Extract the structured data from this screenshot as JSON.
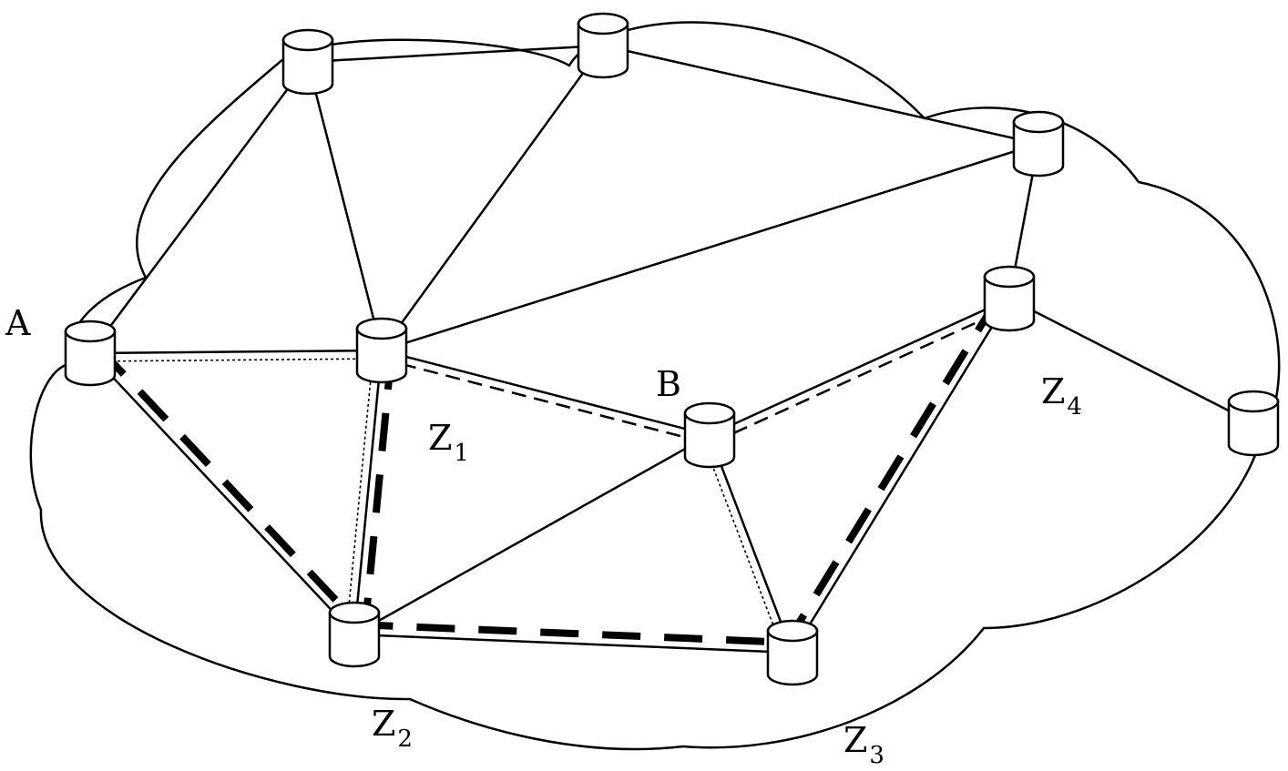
{
  "nodes": [
    {
      "id": "n1",
      "label": ""
    },
    {
      "id": "n2",
      "label": ""
    },
    {
      "id": "n3",
      "label": ""
    },
    {
      "id": "A",
      "label": "A"
    },
    {
      "id": "Z1",
      "label": "Z",
      "sub": "1"
    },
    {
      "id": "n4",
      "label": ""
    },
    {
      "id": "B",
      "label": "B"
    },
    {
      "id": "Z4",
      "label": "Z",
      "sub": "4"
    },
    {
      "id": "n5",
      "label": ""
    },
    {
      "id": "Z2",
      "label": "Z",
      "sub": "2"
    },
    {
      "id": "Z3",
      "label": "Z",
      "sub": "3"
    }
  ],
  "links": [
    {
      "from": "n1",
      "to": "n2",
      "style": "solid"
    },
    {
      "from": "n1",
      "to": "A",
      "style": "solid"
    },
    {
      "from": "n1",
      "to": "Z1",
      "style": "solid"
    },
    {
      "from": "n2",
      "to": "n3",
      "style": "solid"
    },
    {
      "from": "n2",
      "to": "Z1",
      "style": "solid"
    },
    {
      "from": "n3",
      "to": "Z1",
      "style": "solid"
    },
    {
      "from": "n3",
      "to": "Z4",
      "style": "solid"
    },
    {
      "from": "A",
      "to": "Z1",
      "style": "solid"
    },
    {
      "from": "A",
      "to": "Z2",
      "style": "solid"
    },
    {
      "from": "Z1",
      "to": "Z2",
      "style": "solid"
    },
    {
      "from": "Z1",
      "to": "B",
      "style": "solid"
    },
    {
      "from": "B",
      "to": "Z2",
      "style": "solid"
    },
    {
      "from": "B",
      "to": "Z3",
      "style": "solid"
    },
    {
      "from": "B",
      "to": "Z4",
      "style": "solid"
    },
    {
      "from": "Z4",
      "to": "n5",
      "style": "solid"
    },
    {
      "from": "Z4",
      "to": "Z3",
      "style": "solid"
    },
    {
      "from": "Z2",
      "to": "Z3",
      "style": "solid"
    },
    {
      "from": "A",
      "to": "Z1",
      "style": "dotted"
    },
    {
      "from": "Z1",
      "to": "Z2",
      "style": "dotted"
    },
    {
      "from": "Z1",
      "to": "B",
      "style": "dashed"
    },
    {
      "from": "B",
      "to": "Z4",
      "style": "dashed"
    },
    {
      "from": "B",
      "to": "Z3",
      "style": "dotted"
    },
    {
      "from": "A",
      "to": "Z2",
      "style": "bold-dashed"
    },
    {
      "from": "Z1",
      "to": "Z2",
      "style": "bold-dashed"
    },
    {
      "from": "Z2",
      "to": "Z3",
      "style": "bold-dashed"
    },
    {
      "from": "Z3",
      "to": "Z4",
      "style": "bold-dashed"
    }
  ],
  "colors": {
    "stroke": "#000000",
    "node_fill": "#ffffff",
    "background": "#ffffff"
  }
}
